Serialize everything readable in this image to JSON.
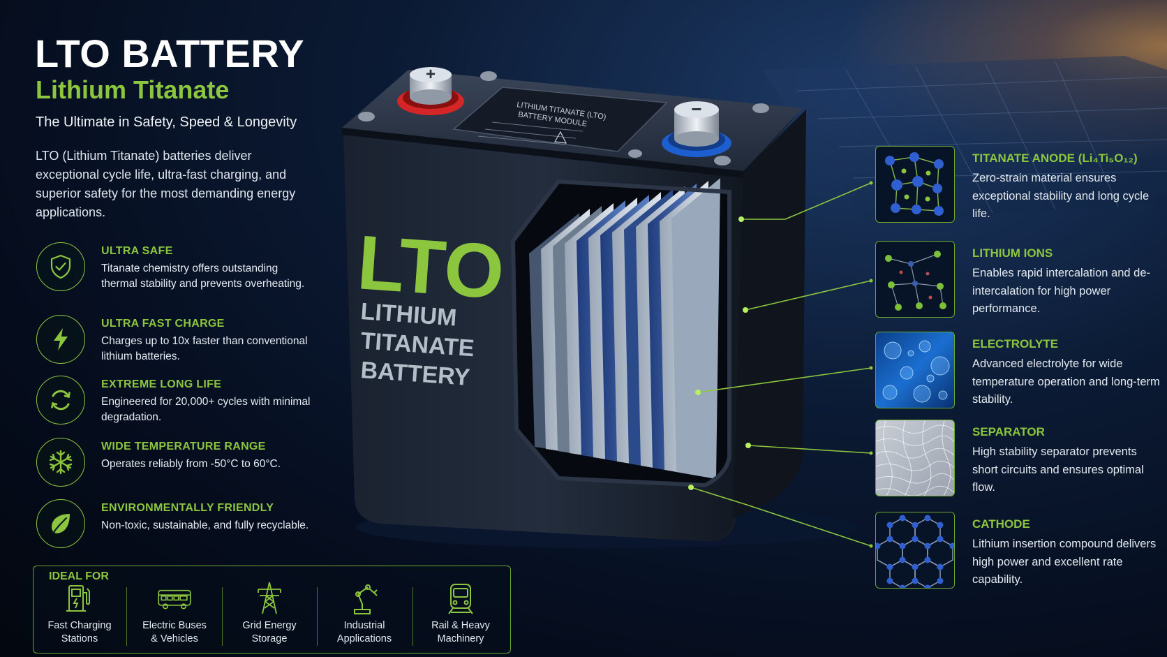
{
  "header": {
    "title": "LTO BATTERY",
    "subtitle": "Lithium Titanate",
    "tagline": "The Ultimate in Safety, Speed & Longevity",
    "intro": "LTO (Lithium Titanate) batteries deliver exceptional cycle life, ultra-fast charging, and superior safety for the most demanding energy applications."
  },
  "features": [
    {
      "icon": "shield-check-icon",
      "title": "ULTRA SAFE",
      "desc": "Titanate chemistry offers outstanding thermal stability and prevents overheating."
    },
    {
      "icon": "lightning-bolt-icon",
      "title": "ULTRA FAST CHARGE",
      "desc": "Charges up to 10x faster than conventional lithium batteries."
    },
    {
      "icon": "refresh-cycle-icon",
      "title": "EXTREME LONG LIFE",
      "desc": "Engineered for 20,000+ cycles with minimal degradation."
    },
    {
      "icon": "snowflake-icon",
      "title": "WIDE TEMPERATURE RANGE",
      "desc": "Operates reliably from -50°C to 60°C."
    },
    {
      "icon": "leaf-icon",
      "title": "ENVIRONMENTALLY FRIENDLY",
      "desc": "Non-toxic, sustainable, and fully recyclable."
    }
  ],
  "ideal_for": {
    "title": "IDEAL FOR",
    "apps": [
      {
        "icon": "charging-station-icon",
        "label": "Fast Charging\nStations"
      },
      {
        "icon": "bus-icon",
        "label": "Electric Buses\n& Vehicles"
      },
      {
        "icon": "power-tower-icon",
        "label": "Grid Energy\nStorage"
      },
      {
        "icon": "robot-arm-icon",
        "label": "Industrial\nApplications"
      },
      {
        "icon": "train-icon",
        "label": "Rail & Heavy\nMachinery"
      }
    ]
  },
  "battery": {
    "brand": "LTO",
    "name_line1": "LITHIUM",
    "name_line2": "TITANATE",
    "name_line3": "BATTERY",
    "plate_line1": "LITHIUM TITANATE (LTO)",
    "plate_line2": "BATTERY MODULE",
    "positive_symbol": "+",
    "negative_symbol": "−"
  },
  "components": [
    {
      "title": "TITANATE ANODE (Li₄Ti₅O₁₂)",
      "desc": "Zero-strain material ensures exceptional stability and long cycle life.",
      "thumb": "molecule-blue-green"
    },
    {
      "title": "LITHIUM IONS",
      "desc": "Enables rapid intercalation and de-intercalation for high power performance.",
      "thumb": "molecule-green"
    },
    {
      "title": "ELECTROLYTE",
      "desc": "Advanced electrolyte for wide temperature operation and long-term stability.",
      "thumb": "bubbles-blue"
    },
    {
      "title": "SEPARATOR",
      "desc": "High stability separator prevents short circuits and ensures optimal flow.",
      "thumb": "mesh-grey"
    },
    {
      "title": "CATHODE",
      "desc": "Lithium insertion compound delivers high power and excellent rate capability.",
      "thumb": "lattice-blue"
    }
  ],
  "colors": {
    "accent_green": "#8cc63f",
    "positive_terminal": "#d42626",
    "negative_terminal": "#1e5fd0",
    "background": "#050c1c"
  }
}
